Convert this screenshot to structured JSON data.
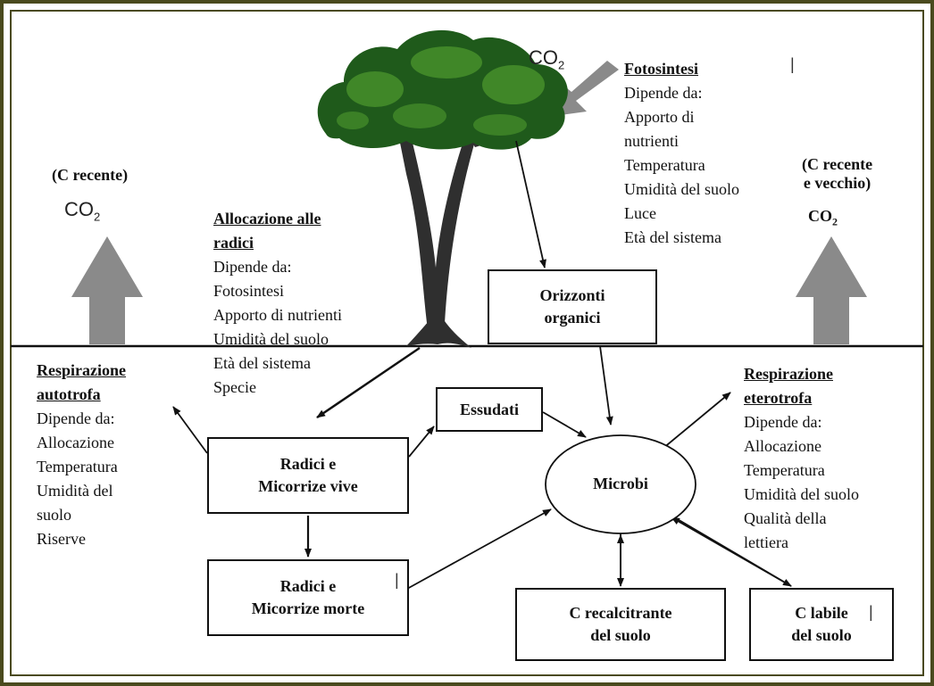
{
  "fotosintesi": {
    "title": "Fotosintesi",
    "items": [
      "Dipende da:",
      "Apporto di",
      "nutrienti",
      "Temperatura",
      "Umidità del suolo",
      "Luce",
      "Età del sistema"
    ]
  },
  "allocazione": {
    "title_line1": "Allocazione alle",
    "title_line2": "radici",
    "items": [
      "Dipende da:",
      "Fotosintesi",
      "Apporto di nutrienti",
      "Umidità del suolo",
      "Età del sistema",
      "Specie"
    ]
  },
  "resp_autotrofa": {
    "title_line1": "Respirazione",
    "title_line2": "autotrofa",
    "items": [
      "Dipende da:",
      "Allocazione",
      "Temperatura",
      "Umidità del",
      "suolo",
      "Riserve"
    ]
  },
  "resp_eterotrofa": {
    "title_line1": "Respirazione",
    "title_line2": "eterotrofa",
    "items": [
      "Dipende da:",
      "Allocazione",
      "Temperatura",
      "Umidità del suolo",
      "Qualità della",
      "lettiera"
    ]
  },
  "left_header": "(C recente)",
  "right_header_line1": "(C recente",
  "right_header_line2": "e vecchio)",
  "co2_base": "CO",
  "co2_sub": "2",
  "boxes": {
    "orizzonti": [
      "Orizzonti",
      "organici"
    ],
    "essudati": "Essudati",
    "radici_vive": [
      "Radici e",
      "Micorrize vive"
    ],
    "radici_morte": [
      "Radici e",
      "Micorrize morte"
    ],
    "microbi": "Microbi",
    "c_recalcitrante": [
      "C recalcitrante",
      "del suolo"
    ],
    "c_labile": [
      "C labile",
      "del suolo"
    ]
  },
  "colors": {
    "frame": "#4a4a1e",
    "arrow_gray": "#8a8a8a",
    "foliage_dark": "#1f5a1b",
    "foliage_light": "#4e9a2e",
    "trunk": "#2f2f2f"
  }
}
